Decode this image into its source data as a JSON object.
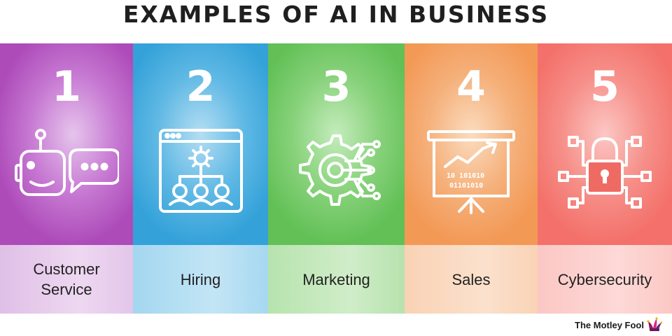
{
  "title": "EXAMPLES OF AI IN BUSINESS",
  "items": [
    {
      "number": "1",
      "label": "Customer Service",
      "icon": "robot-chat-icon"
    },
    {
      "number": "2",
      "label": "Hiring",
      "icon": "recruitment-hierarchy-icon"
    },
    {
      "number": "3",
      "label": "Marketing",
      "icon": "gear-circuit-icon"
    },
    {
      "number": "4",
      "label": "Sales",
      "icon": "presentation-chart-icon"
    },
    {
      "number": "5",
      "label": "Cybersecurity",
      "icon": "network-lock-icon"
    }
  ],
  "icon_binary": {
    "line1": "10 101010",
    "line2": "01101010"
  },
  "brand": {
    "name": "The Motley Fool"
  },
  "colors": {
    "purple": "#ad4bb9",
    "blue": "#34a2d9",
    "green": "#62c056",
    "orange": "#f39956",
    "red": "#f4706a"
  }
}
